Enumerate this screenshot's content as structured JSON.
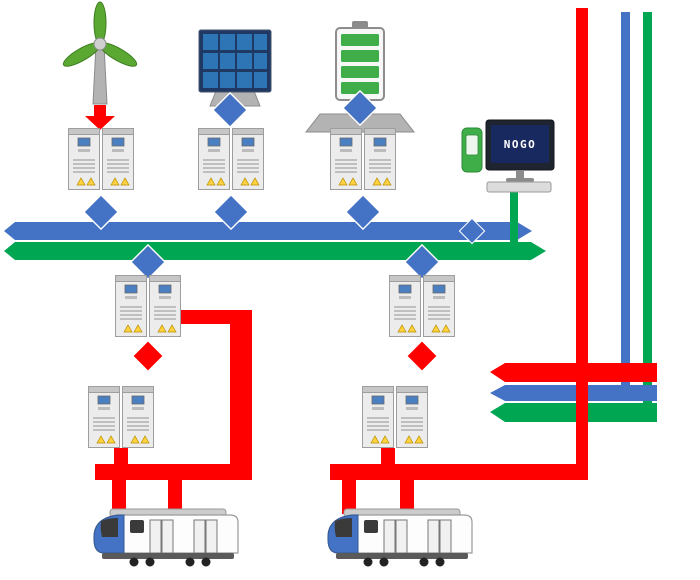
{
  "diagram": {
    "monitor": {
      "label": "NOGO"
    },
    "colors": {
      "power-red": "#fe0000",
      "bus-blue": "#4472c4",
      "bus-green": "#00a651",
      "blade-green": "#5aa832",
      "solar-navy": "#1f3864",
      "solar-cell": "#2e75b6",
      "battery-green": "#3fae49",
      "cabinet-gray": "#ececec",
      "cabinet-trim": "#9e9e9e",
      "screen-blue": "#4a7fc1",
      "warning-yellow": "#ffd23f",
      "metal-gray": "#b3b3b3",
      "monitor-navy": "#17295e",
      "device-green": "#3fae49",
      "train-blue": "#4472c4"
    },
    "icons": {
      "wind-turbine-icon": "three-blade-rotor-on-mast",
      "solar-panel-icon": "pv-module-grid",
      "battery-icon": "cell-with-charge-bars",
      "converter-cabinet-icon": "double-door-electrical-cabinet",
      "flow-diamond-icon": "bidirectional-link-diamond",
      "down-arrow-icon": "unidirectional-power-arrow",
      "scada-monitor-icon": "desktop-monitor-with-keyboard",
      "handheld-device-icon": "green-portable-controller",
      "tram-icon": "low-floor-tram-side-view"
    },
    "inventory": {
      "sources": [
        "wind-turbine",
        "solar-panel",
        "battery"
      ],
      "converter_cabinet_pairs": 7,
      "trams": 2,
      "bus_bars": [
        "blue-dc-bus",
        "green-bus"
      ],
      "right_side_lines": [
        "red-line",
        "blue-line",
        "green-line"
      ]
    }
  }
}
